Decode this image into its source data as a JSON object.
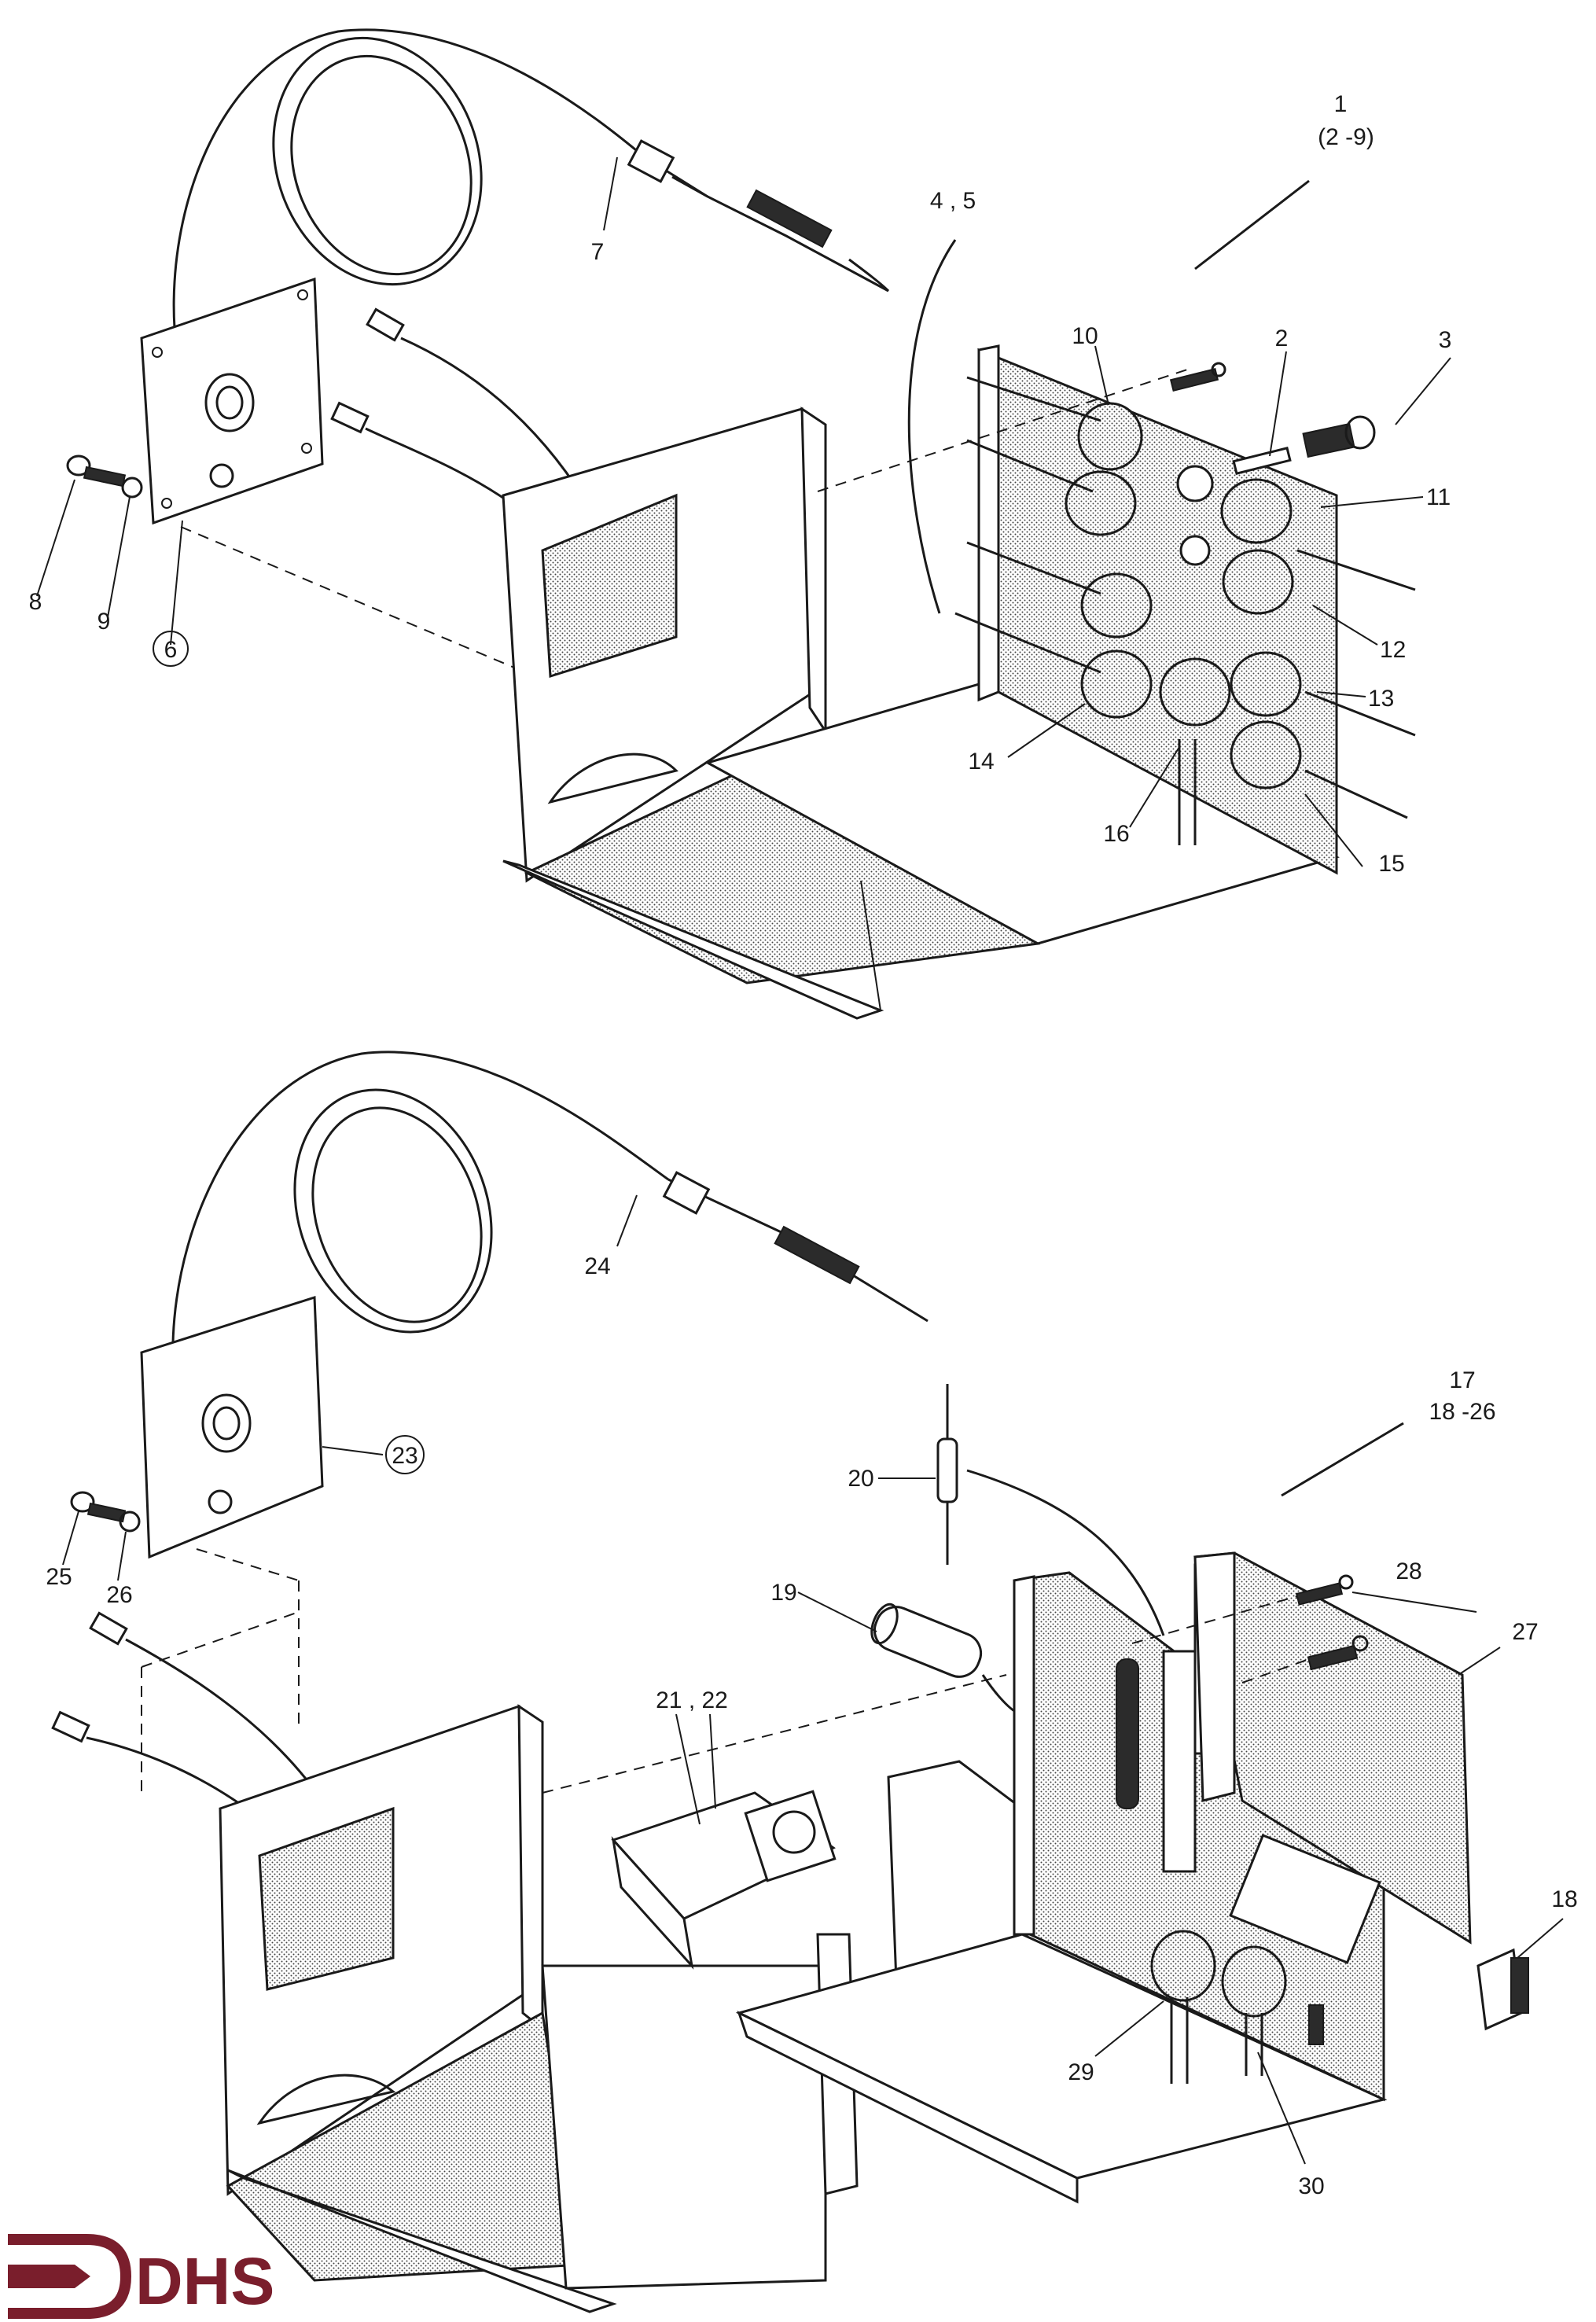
{
  "diagram": {
    "type": "exploded-parts-drawing",
    "top_assembly": {
      "callouts": [
        {
          "id": "c1",
          "text": "1"
        },
        {
          "id": "c1r",
          "text": "(2 -9)"
        },
        {
          "id": "c2",
          "text": "2"
        },
        {
          "id": "c3",
          "text": "3"
        },
        {
          "id": "c45",
          "text": "4 , 5"
        },
        {
          "id": "c6",
          "text": "6"
        },
        {
          "id": "c7",
          "text": "7"
        },
        {
          "id": "c8",
          "text": "8"
        },
        {
          "id": "c9",
          "text": "9"
        },
        {
          "id": "c10",
          "text": "10"
        },
        {
          "id": "c11",
          "text": "11"
        },
        {
          "id": "c12",
          "text": "12"
        },
        {
          "id": "c13",
          "text": "13"
        },
        {
          "id": "c14",
          "text": "14"
        },
        {
          "id": "c15",
          "text": "15"
        },
        {
          "id": "c16",
          "text": "16"
        }
      ]
    },
    "bottom_assembly": {
      "callouts": [
        {
          "id": "c17",
          "text": "17"
        },
        {
          "id": "c17r",
          "text": "18 -26"
        },
        {
          "id": "c18",
          "text": "18"
        },
        {
          "id": "c19",
          "text": "19"
        },
        {
          "id": "c20",
          "text": "20"
        },
        {
          "id": "c2122",
          "text": "21 , 22"
        },
        {
          "id": "c23",
          "text": "23"
        },
        {
          "id": "c24",
          "text": "24"
        },
        {
          "id": "c25",
          "text": "25"
        },
        {
          "id": "c26",
          "text": "26"
        },
        {
          "id": "c27",
          "text": "27"
        },
        {
          "id": "c28",
          "text": "28"
        },
        {
          "id": "c29",
          "text": "29"
        },
        {
          "id": "c30",
          "text": "30"
        }
      ]
    }
  },
  "logo": {
    "text": "DHS",
    "color": "#7a1e2c",
    "icon": "arrow-logo-icon"
  }
}
